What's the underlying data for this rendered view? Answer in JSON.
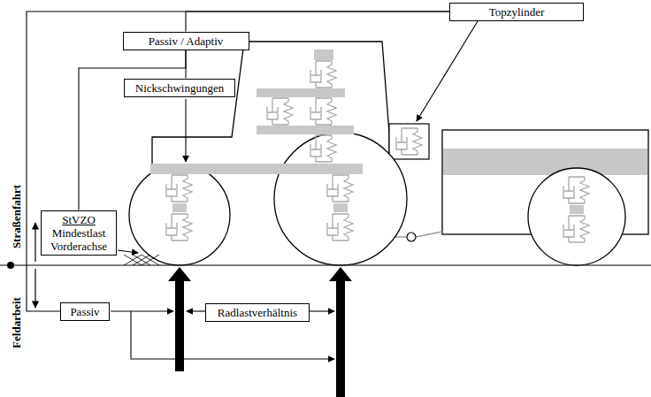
{
  "diagram": {
    "nodes": [
      {
        "text": [
          "Topzylinder"
        ]
      },
      {
        "text": [
          "Passiv / Adaptiv"
        ]
      },
      {
        "text": [
          "Nickschwingungen"
        ]
      },
      {
        "text": [
          "StVZO",
          "Mindestlast Vorderachse"
        ]
      },
      {
        "text": [
          "Passiv"
        ]
      },
      {
        "text": [
          "Radlastverhältnis"
        ]
      }
    ],
    "edges": [
      {
        "from": 0,
        "to": 1,
        "arrow": "none"
      },
      {
        "from": 0,
        "to": 4,
        "arrow": "none"
      },
      {
        "from": 1,
        "to": 2,
        "arrow": "none"
      },
      {
        "from": 1,
        "to": 3,
        "arrow": "none"
      }
    ],
    "labels": [
      "Straßenfahrt",
      "Feldarbeit"
    ]
  }
}
